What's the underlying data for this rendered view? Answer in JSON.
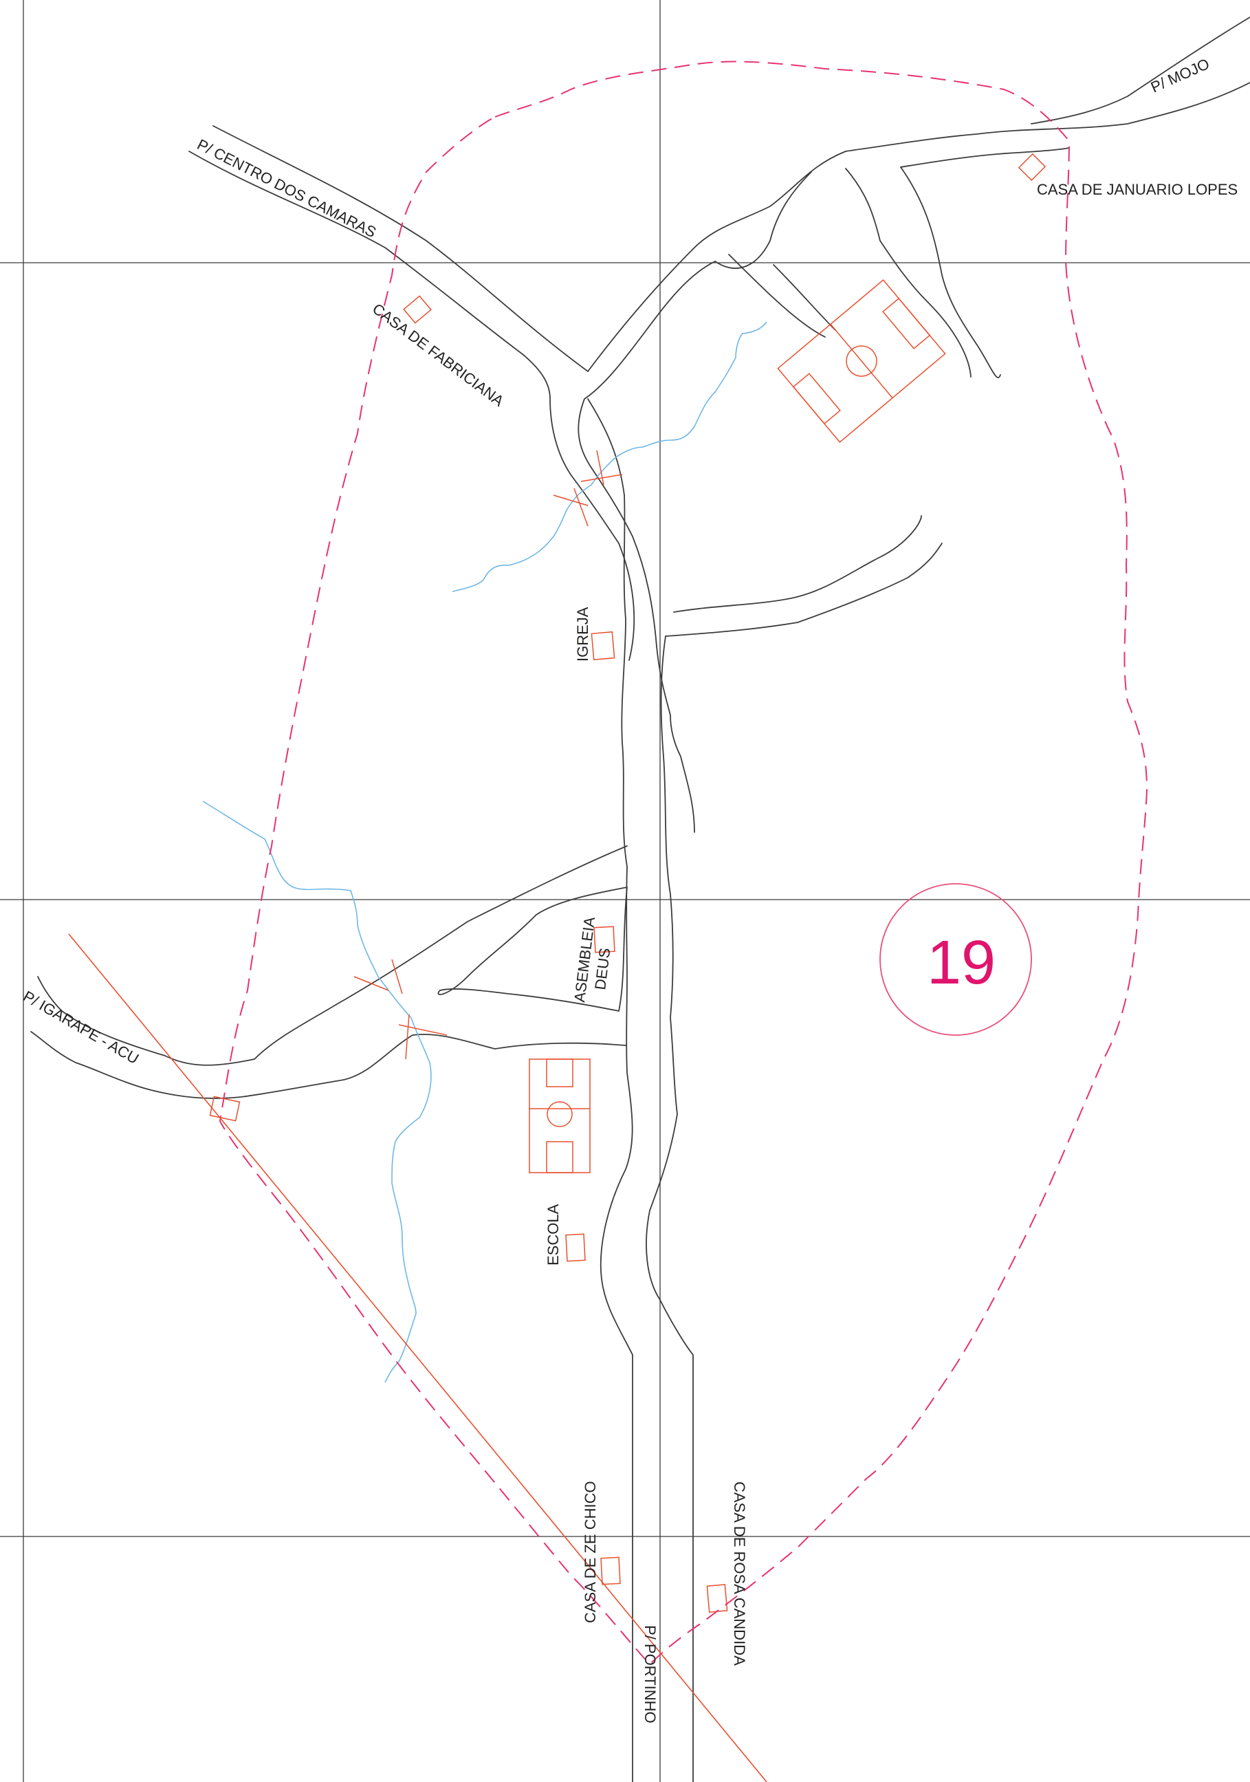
{
  "map": {
    "sheet_number": "19",
    "labels": {
      "mojo": "P/ MOJO",
      "centro": "P/ CENTRO DOS CAMARAS",
      "januario": "CASA DE JANUARIO LOPES",
      "fabriciana": "CASA DE FABRICIANA",
      "igreja": "IGREJA",
      "asembleia_1": "ASEMBLEIA",
      "asembleia_2": "DEUS",
      "igarape": "P/ IGARAPE - ACU",
      "escola": "ESCOLA",
      "ze_chico": "CASA DE ZE CHICO",
      "rosa": "CASA DE ROSA CANDIDA",
      "portinho": "P/ PORTINHO"
    }
  },
  "colors": {
    "grid": "#3a3a3a",
    "road": "#3c3c3c",
    "stream": "#6fb7e6",
    "building": "#e8502e",
    "boundary": "#e8326e",
    "sheet_number": "#e0146c",
    "sheet_circle": "#e8507a",
    "axis_line": "#e8502e"
  }
}
